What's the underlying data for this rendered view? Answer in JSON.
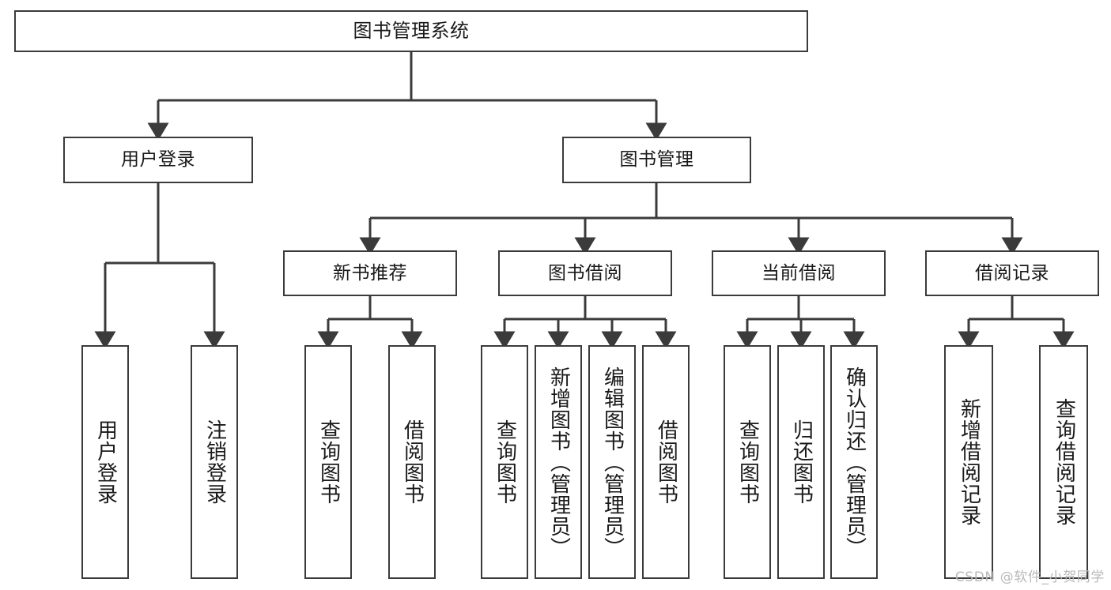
{
  "diagram": {
    "title": "图书管理系统",
    "watermark": "CSDN @软件_小贺同学",
    "colors": {
      "box_border": "#3b3b3b",
      "box_fill": "#ffffff",
      "edge": "#3b3b3b",
      "text": "#1a1a1a",
      "watermark": "#b9b9b9",
      "background": "#ffffff"
    },
    "levels": {
      "root": {
        "label": "图书管理系统"
      },
      "level2": [
        {
          "label": "用户登录"
        },
        {
          "label": "图书管理"
        }
      ],
      "level3": [
        {
          "label": "新书推荐"
        },
        {
          "label": "图书借阅"
        },
        {
          "label": "当前借阅"
        },
        {
          "label": "借阅记录"
        }
      ],
      "leaves": {
        "user_login": [
          {
            "label": "用户登录"
          },
          {
            "label": "注销登录"
          }
        ],
        "new_book_recommend": [
          {
            "label": "查询图书"
          },
          {
            "label": "借阅图书"
          }
        ],
        "book_borrow": [
          {
            "label": "查询图书"
          },
          {
            "label": "新增图书（管理员）"
          },
          {
            "label": "编辑图书（管理员）"
          },
          {
            "label": "借阅图书"
          }
        ],
        "current_borrow": [
          {
            "label": "查询图书"
          },
          {
            "label": "归还图书"
          },
          {
            "label": "确认归还（管理员）"
          }
        ],
        "borrow_record": [
          {
            "label": "新增借阅记录"
          },
          {
            "label": "查询借阅记录"
          }
        ]
      }
    }
  }
}
